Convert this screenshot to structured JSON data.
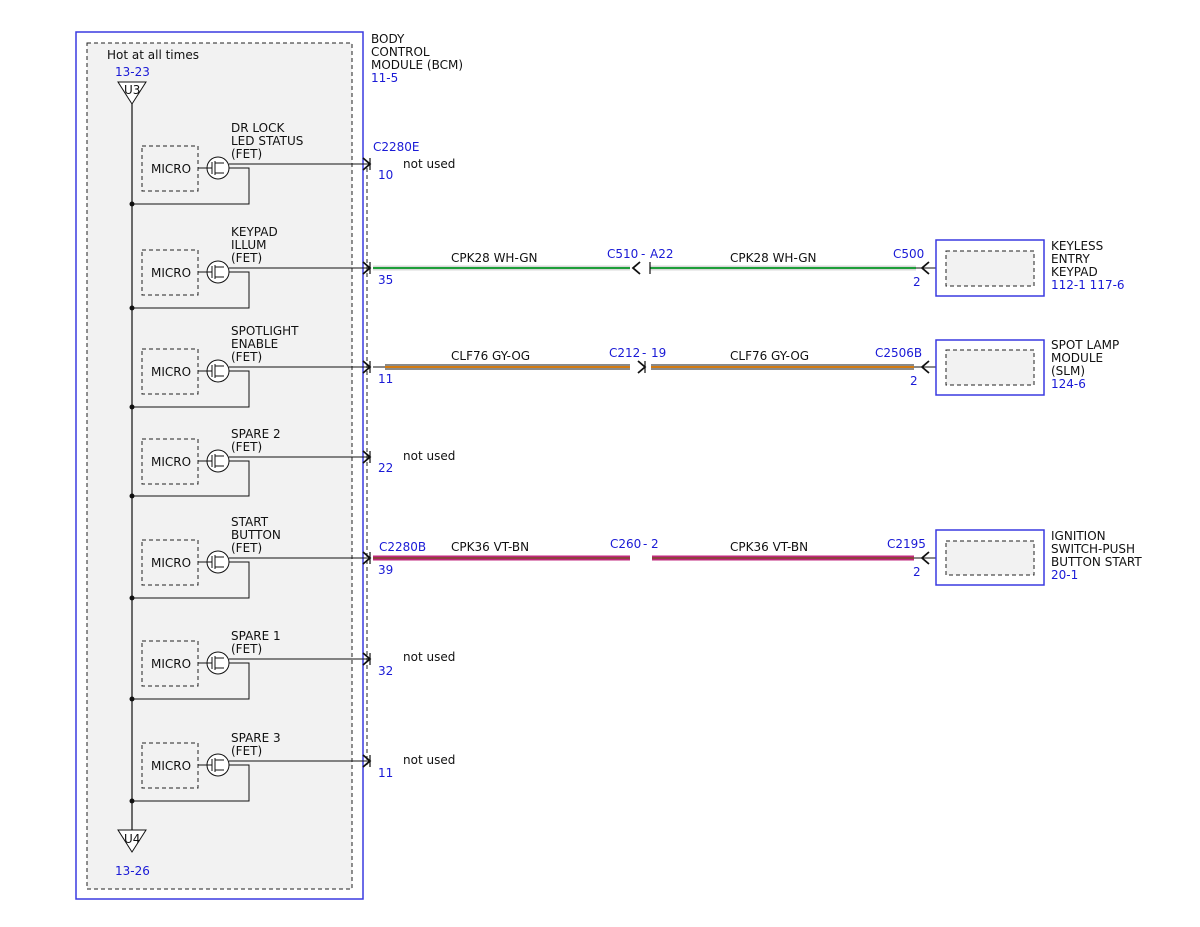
{
  "colors": {
    "module_border": "#3a3ae0",
    "link_text": "#1a1ad6",
    "wire_wh_gn": [
      "#1e9e3a",
      "#d8d8d8"
    ],
    "wire_gy_og": [
      "#8a8a8a",
      "#d27a10"
    ],
    "wire_vt_bn": [
      "#c0287c",
      "#7a4a2a"
    ]
  },
  "bcm": {
    "title_lines": [
      "BODY",
      "CONTROL",
      "MODULE (BCM)"
    ],
    "ref": "11-5",
    "hot_label": "Hot at all times",
    "top_ref": "13-23",
    "top_id": "U3",
    "bottom_id": "U4",
    "bottom_ref": "13-26",
    "micro_label": "MICRO"
  },
  "channels": [
    {
      "labels": [
        "DR LOCK",
        "LED STATUS",
        "(FET)"
      ],
      "connector": "C2280E",
      "pin": "10",
      "status": "not used"
    },
    {
      "labels": [
        "KEYPAD",
        "ILLUM",
        "(FET)"
      ],
      "pin": "35"
    },
    {
      "labels": [
        "SPOTLIGHT",
        "ENABLE",
        "(FET)"
      ],
      "pin": "11"
    },
    {
      "labels": [
        "SPARE 2",
        "(FET)"
      ],
      "pin": "22",
      "status": "not used"
    },
    {
      "labels": [
        "START",
        "BUTTON",
        "(FET)"
      ],
      "connector": "C2280B",
      "pin": "39"
    },
    {
      "labels": [
        "SPARE 1",
        "(FET)"
      ],
      "pin": "32",
      "status": "not used"
    },
    {
      "labels": [
        "SPARE 3",
        "(FET)"
      ],
      "pin": "11",
      "status": "not used"
    }
  ],
  "circuits": [
    {
      "left_label": "CPK28 WH-GN",
      "inline_connector": "C510",
      "inline_pin": "A22",
      "right_label": "CPK28 WH-GN",
      "end_connector": "C500",
      "end_pin": "2"
    },
    {
      "left_label": "CLF76 GY-OG",
      "inline_connector": "C212",
      "inline_pin": "19",
      "right_label": "CLF76 GY-OG",
      "end_connector": "C2506B",
      "end_pin": "2"
    },
    {
      "left_label": "CPK36 VT-BN",
      "inline_connector": "C260",
      "inline_pin": "2",
      "right_label": "CPK36 VT-BN",
      "end_connector": "C2195",
      "end_pin": "2"
    }
  ],
  "devices": [
    {
      "name_lines": [
        "KEYLESS",
        "ENTRY",
        "KEYPAD"
      ],
      "ref": "112-1 117-6"
    },
    {
      "name_lines": [
        "SPOT LAMP",
        "MODULE",
        "(SLM)"
      ],
      "ref": "124-6"
    },
    {
      "name_lines": [
        "IGNITION",
        "SWITCH-PUSH",
        "BUTTON START"
      ],
      "ref": "20-1"
    }
  ]
}
